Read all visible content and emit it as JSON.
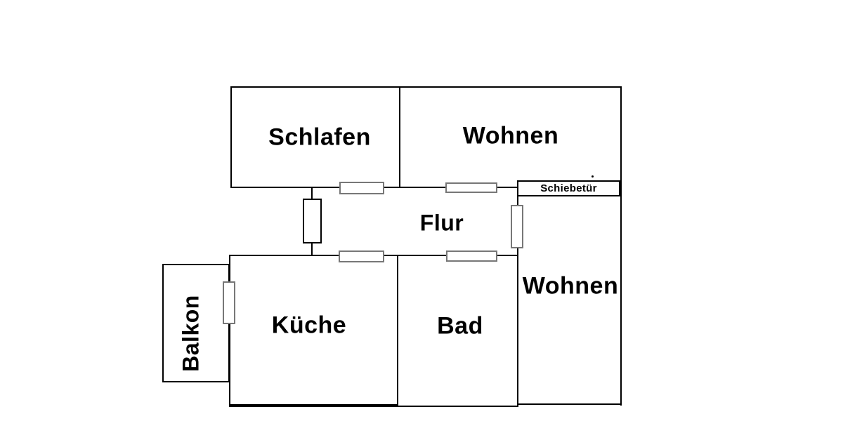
{
  "colors": {
    "background": "#ffffff",
    "wall": "#000000",
    "door_frame": "#777777",
    "text": "#000000"
  },
  "rooms": [
    {
      "id": "schlafen",
      "label": "Schlafen"
    },
    {
      "id": "wohnen-top",
      "label": "Wohnen"
    },
    {
      "id": "flur",
      "label": "Flur"
    },
    {
      "id": "wohnen-right",
      "label": "Wohnen"
    },
    {
      "id": "kueche",
      "label": "Küche"
    },
    {
      "id": "bad",
      "label": "Bad"
    },
    {
      "id": "balkon",
      "label": "Balkon"
    }
  ],
  "annotations": [
    {
      "id": "schiebetuer",
      "label": "Schiebetür"
    }
  ]
}
